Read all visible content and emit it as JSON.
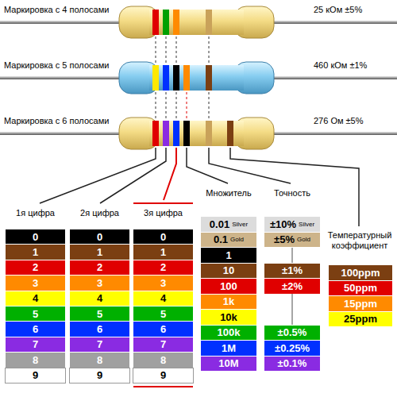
{
  "diagram": {
    "nodes": [
      {
        "text": [
          "0"
        ]
      },
      {
        "text": [
          "1"
        ]
      },
      {
        "text": [
          "2"
        ]
      },
      {
        "text": [
          "3"
        ]
      },
      {
        "text": [
          "4"
        ]
      },
      {
        "text": [
          "5"
        ]
      },
      {
        "text": [
          "6"
        ]
      },
      {
        "text": [
          "7"
        ]
      },
      {
        "text": [
          "8"
        ]
      },
      {
        "text": [
          "9"
        ]
      },
      {
        "text": [
          "0"
        ]
      },
      {
        "text": [
          "1"
        ]
      },
      {
        "text": [
          "2"
        ]
      },
      {
        "text": [
          "3"
        ]
      },
      {
        "text": [
          "4"
        ]
      },
      {
        "text": [
          "5"
        ]
      },
      {
        "text": [
          "6"
        ]
      },
      {
        "text": [
          "7"
        ]
      },
      {
        "text": [
          "8"
        ]
      },
      {
        "text": [
          "9"
        ]
      },
      {
        "text": [
          "0"
        ]
      },
      {
        "text": [
          "1"
        ]
      },
      {
        "text": [
          "2"
        ]
      },
      {
        "text": [
          "3"
        ]
      },
      {
        "text": [
          "4"
        ]
      },
      {
        "text": [
          "5"
        ]
      },
      {
        "text": [
          "6"
        ]
      },
      {
        "text": [
          "7"
        ]
      },
      {
        "text": [
          "8"
        ]
      },
      {
        "text": [
          "9"
        ]
      },
      {
        "text": [
          "0.01",
          "Silver"
        ]
      },
      {
        "text": [
          "0.1",
          "Gold"
        ]
      },
      {
        "text": [
          "1"
        ]
      },
      {
        "text": [
          "10"
        ]
      },
      {
        "text": [
          "100"
        ]
      },
      {
        "text": [
          "1k"
        ]
      },
      {
        "text": [
          "10k"
        ]
      },
      {
        "text": [
          "100k"
        ]
      },
      {
        "text": [
          "1M"
        ]
      },
      {
        "text": [
          "10M"
        ]
      },
      {
        "text": [
          "±10%",
          "Silver"
        ]
      },
      {
        "text": [
          "±5%",
          "Gold"
        ]
      },
      {
        "text": [
          "±1%"
        ]
      },
      {
        "text": [
          "±2%"
        ]
      },
      {
        "text": [
          "±0.5%"
        ]
      },
      {
        "text": [
          "±0.25%"
        ]
      },
      {
        "text": [
          "±0.1%"
        ]
      },
      {
        "text": [
          "100ppm"
        ]
      },
      {
        "text": [
          "50ppm"
        ]
      },
      {
        "text": [
          "15ppm"
        ]
      },
      {
        "text": [
          "25ppm"
        ]
      }
    ],
    "labels": [
      "Маркировка с 4 полосами",
      "25 кОм ±5%",
      "Маркировка с 5 полосами",
      "460 кОм ±1%",
      "Маркировка с 6 полосами",
      "276 Ом ±5%",
      "1я цифра",
      "2я цифра",
      "3я цифра",
      "Множитель",
      "Точность",
      "Температурный коэффициент"
    ]
  }
}
